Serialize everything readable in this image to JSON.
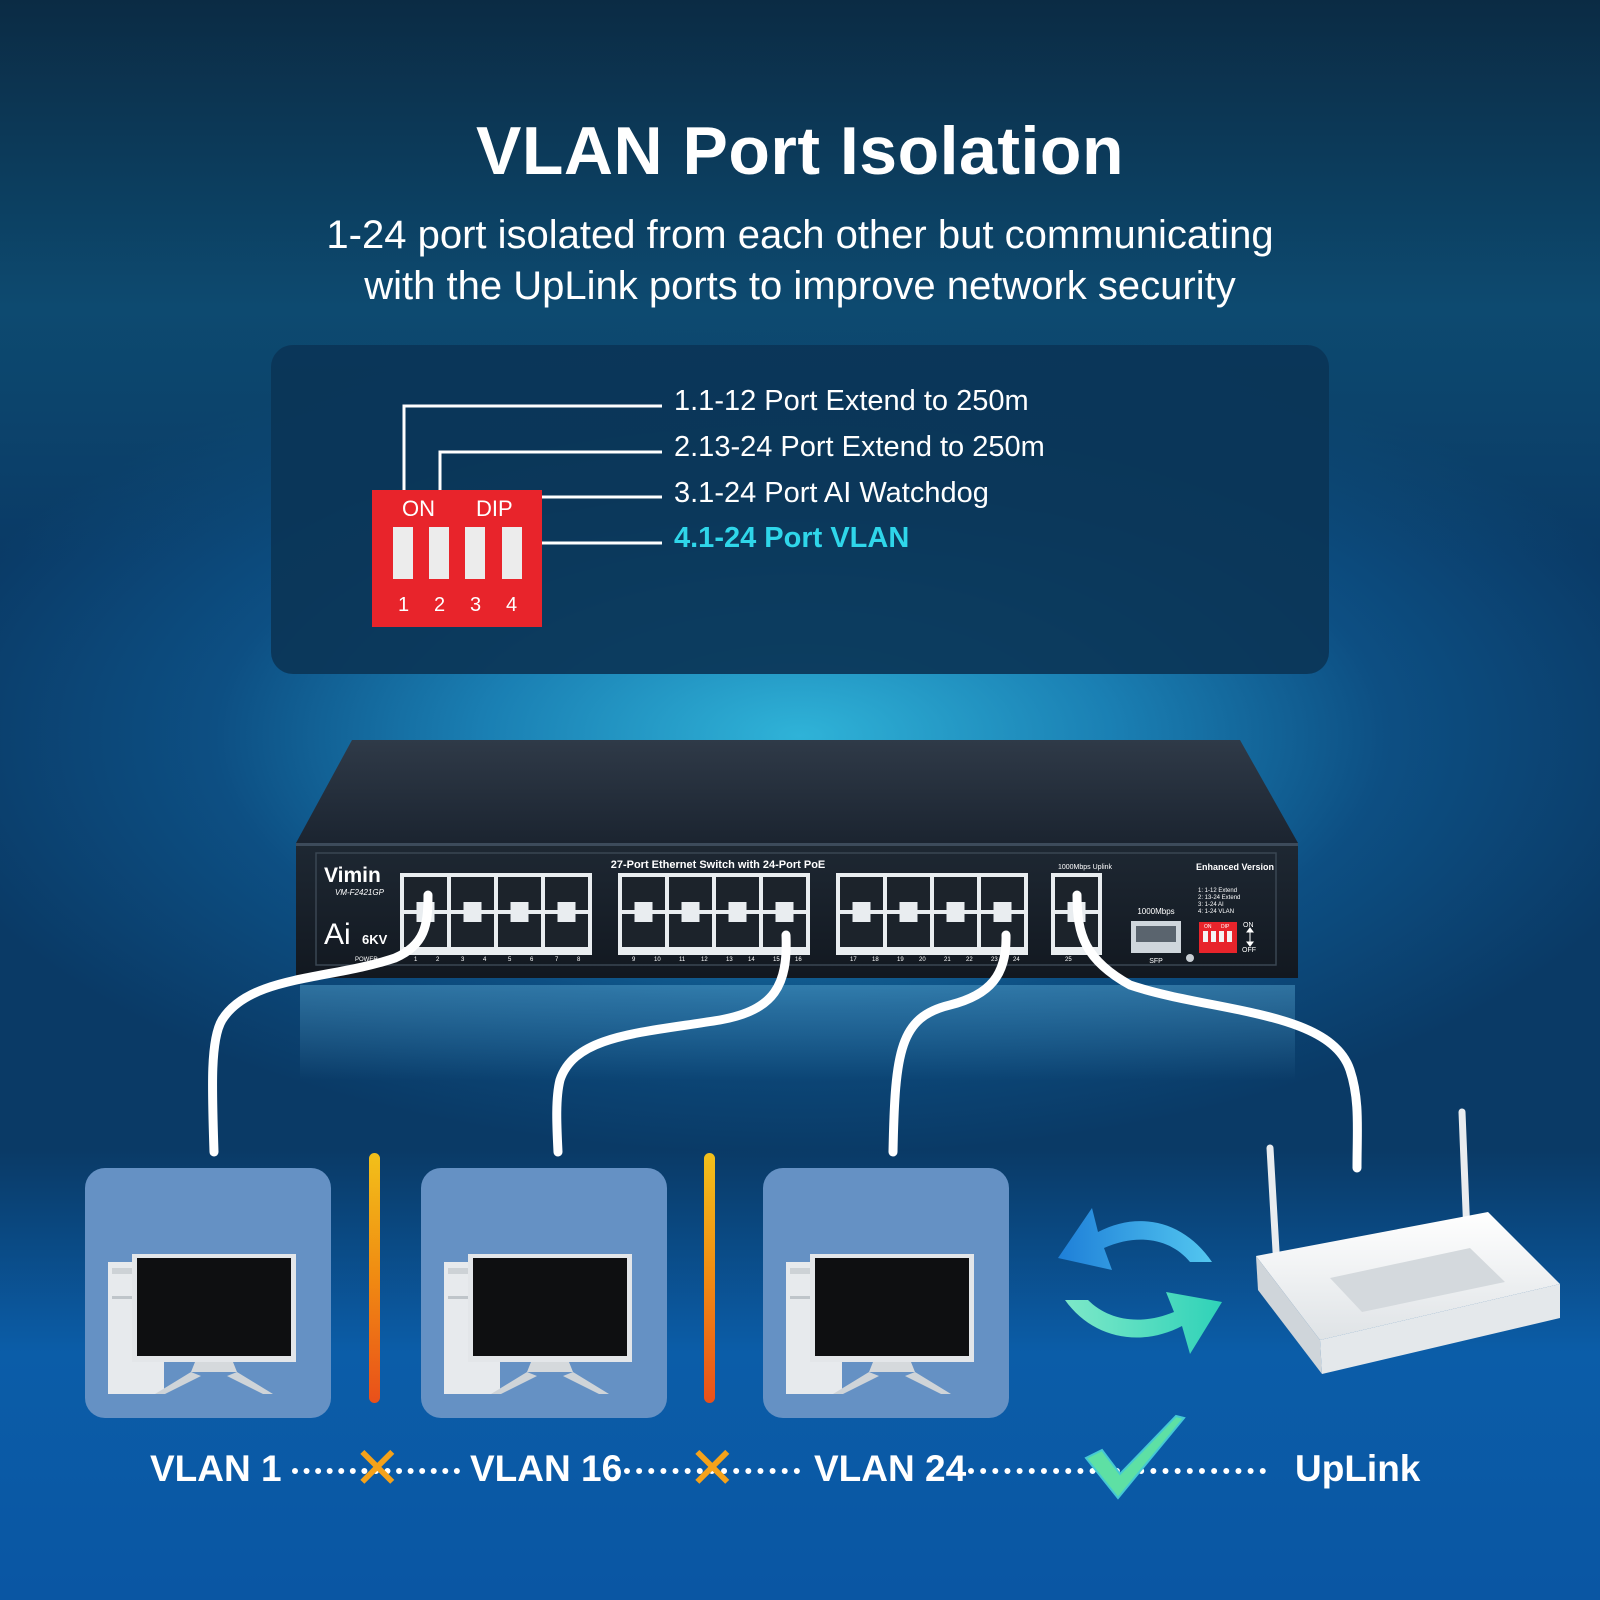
{
  "header": {
    "title": "VLAN Port Isolation",
    "subtitle_line1": "1-24 port isolated from each other but communicating",
    "subtitle_line2": "with the UpLink ports to improve network security"
  },
  "dip": {
    "items": [
      "1.1-12 Port Extend to 250m",
      "2.13-24 Port Extend to 250m",
      "3.1-24 Port AI Watchdog",
      "4.1-24 Port VLAN"
    ],
    "switch_on_label": "ON",
    "switch_dip_label": "DIP",
    "switch_numbers": [
      "1",
      "2",
      "3",
      "4"
    ],
    "highlight_color": "#2fd6ea",
    "switch_color": "#e8242b"
  },
  "device": {
    "brand": "Vimin",
    "model": "VM-F2421GP",
    "ai_label": "Ai",
    "kv_label": "6KV",
    "power_label": "POWER",
    "center_title": "27-Port Ethernet Switch with 24-Port PoE",
    "uplink_title": "1000Mbps Uplink",
    "sfp_speed": "1000Mbps",
    "sfp_label": "SFP",
    "enhanced_label": "Enhanced Version",
    "dip_legend": [
      "1: 1-12 Extend",
      "2: 13-24 Extend",
      "3: 1-24 AI",
      "4: 1-24 VLAN"
    ],
    "dip_on": "ON",
    "dip_off": "OFF",
    "dip_mini_on": "ON",
    "dip_mini_dip": "DIP",
    "port_numbers": [
      "1",
      "2",
      "3",
      "4",
      "5",
      "6",
      "7",
      "8",
      "9",
      "10",
      "11",
      "12",
      "13",
      "14",
      "15",
      "16",
      "17",
      "18",
      "19",
      "20",
      "21",
      "22",
      "23",
      "24",
      "25"
    ]
  },
  "vlans": {
    "vlan1": "VLAN 1",
    "vlan16": "VLAN 16",
    "vlan24": "VLAN 24",
    "uplink": "UpLink"
  },
  "colors": {
    "tile": "#6591c4",
    "divider_top": "#f2c01a",
    "divider_bottom": "#e9501a",
    "x_mark": "#f5a21a",
    "check": "#5ee0a4"
  }
}
